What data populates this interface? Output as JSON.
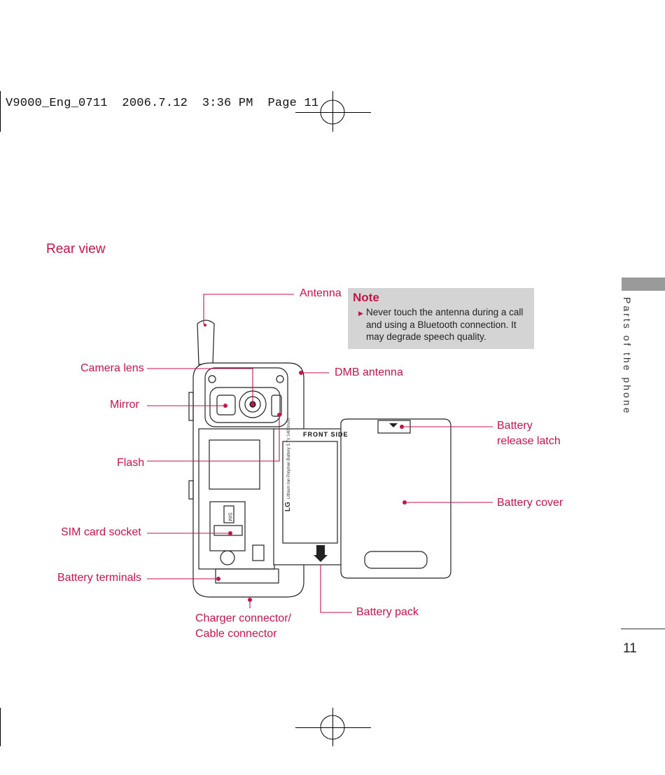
{
  "print_header": "V9000_Eng_0711  2006.7.12  3:36 PM  Page 11",
  "section_title": "Rear view",
  "side_tab": "Parts of the phone",
  "page_number": "11",
  "note": {
    "title": "Note",
    "bullet": "Never touch the antenna during a call and using a Bluetooth connection. It may degrade speech quality."
  },
  "labels": {
    "antenna": "Antenna",
    "camera_lens": "Camera lens",
    "mirror": "Mirror",
    "flash": "Flash",
    "sim_socket": "SIM card socket",
    "battery_terminals": "Battery terminals",
    "charger_connector": "Charger connector/",
    "cable_connector": "Cable connector",
    "dmb_antenna": "DMB antenna",
    "battery_release_latch_1": "Battery",
    "battery_release_latch_2": "release latch",
    "battery_cover": "Battery cover",
    "battery_pack": "Battery pack"
  },
  "illustration_text": {
    "front_side": "FRONT SIDE",
    "brand": "LG",
    "sim": "SIM",
    "battery_text": "Lithium Ion Polymer Battery 3.7V 1400mAh"
  },
  "colors": {
    "accent": "#c4154a",
    "note_bg": "#d4d4d4",
    "tab": "#9a9a9a"
  }
}
